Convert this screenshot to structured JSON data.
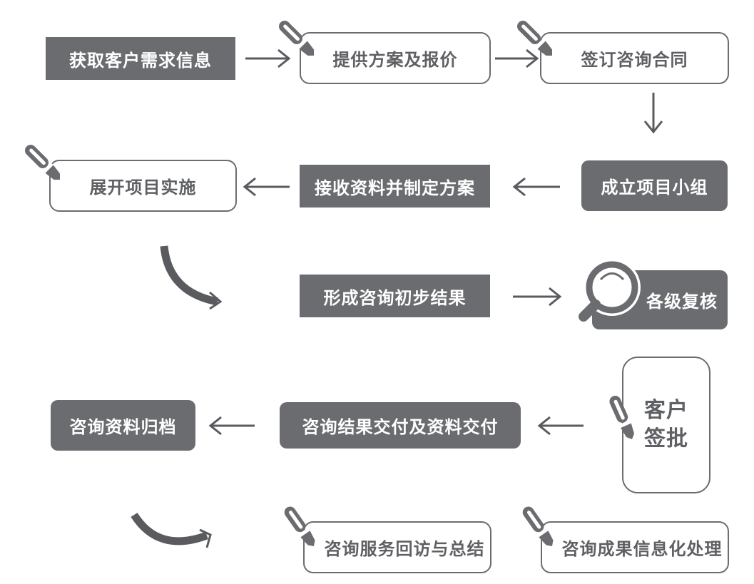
{
  "diagram": {
    "type": "flowchart",
    "colors": {
      "node_fill": "#6b6c70",
      "node_text": "#ffffff",
      "outline": "#6b6c70",
      "arrow": "#5a5b5f"
    },
    "nodes": {
      "n1": "获取客户需求信息",
      "n2": "提供方案及报价",
      "n3": "签订咨询合同",
      "n4": "成立项目小组",
      "n5": "接收资料并制定方案",
      "n6": "展开项目实施",
      "n7": "形成咨询初步结果",
      "n8": "各级复核",
      "n9_line1": "客户",
      "n9_line2": "签批",
      "n10": "咨询结果交付及资料交付",
      "n11": "咨询资料归档",
      "n12": "咨询服务回访与总结",
      "n13": "咨询成果信息化处理"
    },
    "edges": [
      [
        "获取客户需求信息",
        "提供方案及报价"
      ],
      [
        "提供方案及报价",
        "签订咨询合同"
      ],
      [
        "签订咨询合同",
        "成立项目小组"
      ],
      [
        "成立项目小组",
        "接收资料并制定方案"
      ],
      [
        "接收资料并制定方案",
        "展开项目实施"
      ],
      [
        "展开项目实施",
        "形成咨询初步结果"
      ],
      [
        "形成咨询初步结果",
        "各级复核"
      ],
      [
        "客户签批",
        "咨询结果交付及资料交付"
      ],
      [
        "咨询结果交付及资料交付",
        "咨询资料归档"
      ],
      [
        "咨询资料归档",
        "咨询服务回访与总结"
      ]
    ],
    "icons": [
      "pen-icon",
      "magnifier-icon"
    ]
  }
}
